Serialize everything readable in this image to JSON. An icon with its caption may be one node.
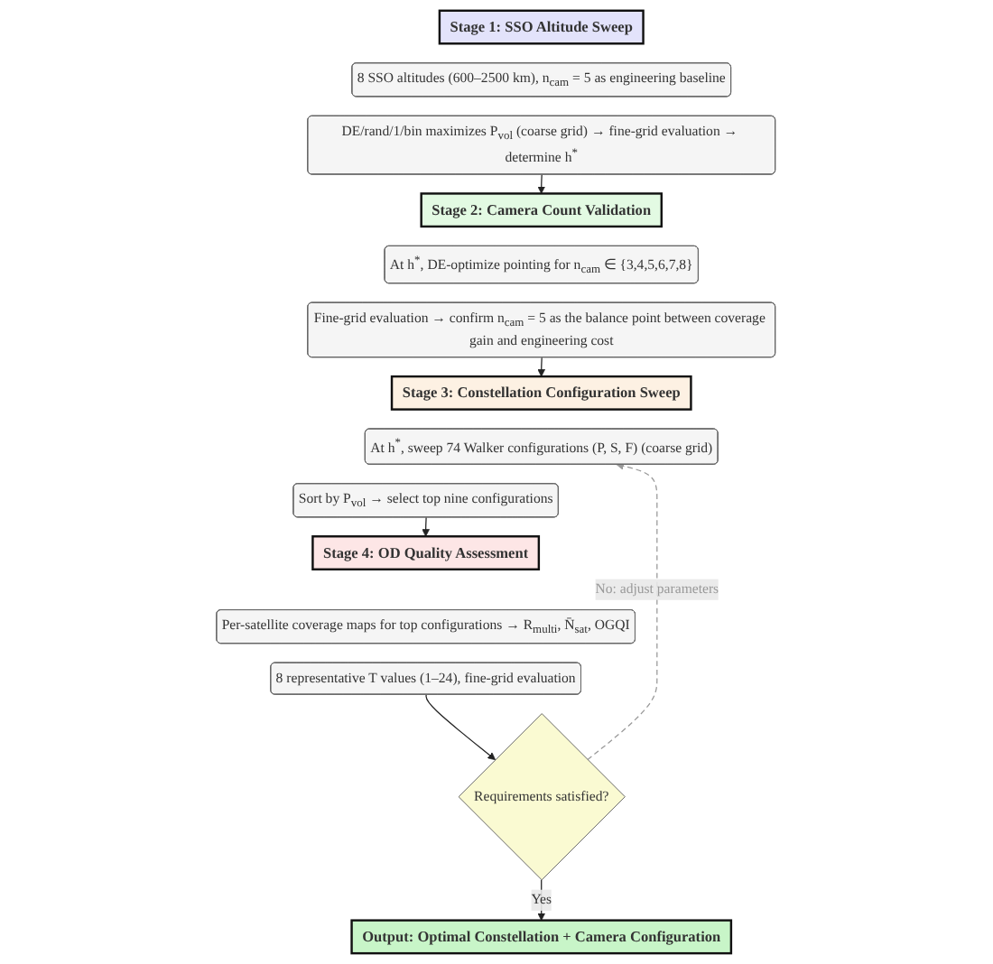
{
  "diagram": {
    "nodes": [
      {
        "text": [
          "Stage 1: SSO Altitude Sweep"
        ]
      },
      {
        "text": [
          "8 SSO altitudes (600–2500 km), n$_{cam}$ = 5 as engineering baseline"
        ]
      },
      {
        "text": [
          "DE/rand/1/bin maximizes P$_{vol}$ (coarse grid) → fine-grid evaluation → determine h$^{*}$"
        ]
      },
      {
        "text": [
          "Stage 2: Camera Count Validation"
        ]
      },
      {
        "text": [
          "At h$^{*}$, DE-optimize pointing for n$_{cam}$ ∈ {3,4,5,6,7,8}"
        ]
      },
      {
        "text": [
          "Fine-grid evaluation → confirm n$_{cam}$ = 5 as the balance point between coverage gain and engineering cost"
        ]
      },
      {
        "text": [
          "Stage 3: Constellation Configuration Sweep"
        ]
      },
      {
        "text": [
          "At h$^{*}$, sweep 74 Walker configurations (P, S, F) (coarse grid)"
        ]
      },
      {
        "text": [
          "Sort by P$_{vol}$ → select top nine configurations"
        ]
      },
      {
        "text": [
          "Stage 4: OD Quality Assessment"
        ]
      },
      {
        "text": [
          "Per-satellite coverage maps for top configurations → R$_{multi}$, N̄$_{sat}$, OGQI"
        ]
      },
      {
        "text": [
          "8 representative T values (1–24), fine-grid evaluation"
        ]
      },
      {
        "text": [
          "Requirements satisfied?"
        ]
      },
      {
        "text": [
          "Output: Optimal Constellation + Camera Configuration"
        ]
      }
    ],
    "edges": [
      {
        "from": 2,
        "to": 3,
        "arrow": "to"
      },
      {
        "from": 5,
        "to": 6,
        "arrow": "to"
      },
      {
        "from": 8,
        "to": 9,
        "arrow": "to"
      },
      {
        "from": 11,
        "to": 12,
        "arrow": "to"
      },
      {
        "from": 12,
        "to": 13,
        "arrow": "to",
        "label": "Yes"
      },
      {
        "from": 12,
        "to": 7,
        "arrow": "to",
        "label": "No: adjust parameters",
        "style": "dashed",
        "color": "#999999"
      }
    ]
  }
}
